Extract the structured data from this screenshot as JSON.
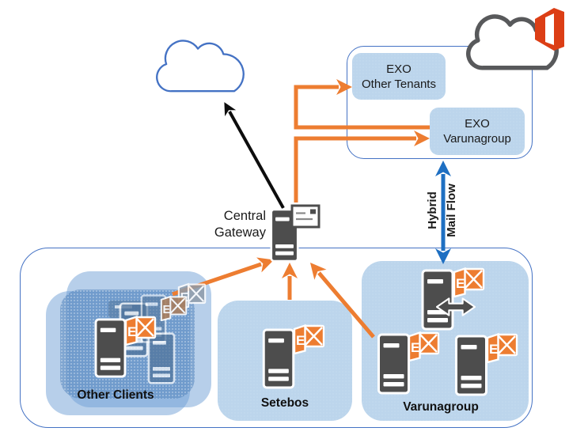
{
  "nodes": {
    "internet_cloud": {
      "icon": "cloud-icon"
    },
    "office365_cloud": {
      "icon": "office-365-cloud-icon",
      "logo_icon": "office-logo-icon"
    },
    "central_gateway": {
      "label": "Central Gateway",
      "icon": "server-icon",
      "badge_icon": "mail-envelope-icon"
    },
    "exo_other_tenants": {
      "line1": "EXO",
      "line2": "Other Tenants"
    },
    "exo_varunagroup": {
      "line1": "EXO",
      "line2": "Varunagroup"
    }
  },
  "groups": {
    "other_clients": {
      "label": "Other Clients",
      "icon": "exchange-server-cluster-icon"
    },
    "setebos": {
      "label": "Setebos",
      "icon": "exchange-server-icon"
    },
    "varunagroup": {
      "label": "Varunagroup",
      "icon": "exchange-server-icon",
      "server_count": 3,
      "hybrid_icon": "hybrid-sync-arrow-icon"
    }
  },
  "edges": {
    "hybrid_mail_flow": {
      "label_line1": "Hybrid",
      "label_line2": "Mail Flow"
    }
  },
  "connections": [
    {
      "from": "central-gateway",
      "to": "internet-cloud",
      "color": "black",
      "heads": "end"
    },
    {
      "from": "central-gateway",
      "to": "exo-varunagroup",
      "color": "orange",
      "heads": "end"
    },
    {
      "from": "exo-varunagroup",
      "to": "exo-other-tenants",
      "color": "orange",
      "heads": "end"
    },
    {
      "from": "other-clients",
      "to": "central-gateway",
      "color": "orange",
      "heads": "end"
    },
    {
      "from": "setebos",
      "to": "central-gateway",
      "color": "orange",
      "heads": "end"
    },
    {
      "from": "varunagroup",
      "to": "central-gateway",
      "color": "orange",
      "heads": "end"
    },
    {
      "from": "exo-varunagroup",
      "to": "varunagroup",
      "color": "blue",
      "heads": "both",
      "label": "Hybrid Mail Flow"
    }
  ],
  "icons": {
    "exchange_letter": "E"
  },
  "colors": {
    "accent_orange": "#ED7D31",
    "hybrid_blue": "#1E6FC2",
    "node_box_fill": "#BCD5EC",
    "container_stroke": "#4472C4",
    "server_gray": "#4D4D4D",
    "office_logo_red": "#DC3E15",
    "o365_cloud_gray": "#58595B",
    "label_text": "#111111"
  }
}
